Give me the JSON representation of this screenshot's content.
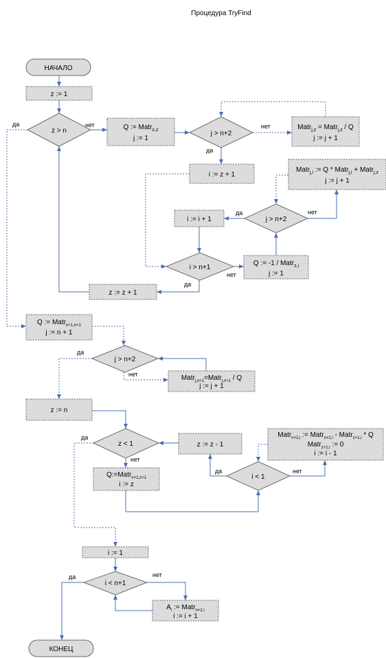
{
  "title": "Процедура TryFind",
  "labels": {
    "yes": "да",
    "no": "нет"
  },
  "start": "НАЧАЛО",
  "end": "КОНЕЦ",
  "colors": {
    "line": "#4a6fb0",
    "fill": "#dcdcdc",
    "border": "#6a6a6a"
  },
  "blocks": {
    "z_init": "z := 1",
    "dec_z_gt_n": "z > n",
    "q_assign": {
      "line1": "Q := Matr",
      "sub1": "z,z",
      "line2": "j := 1"
    },
    "dec_j_gt_n2_a": "j > n+2",
    "matr_div": {
      "a": "Matr",
      "b": "j,z",
      "c": " = Matr",
      "d": "j,z",
      "e": " / Q",
      "line2": "j := j + 1"
    },
    "i_assign": "i := z + 1",
    "matr_update": {
      "a": "Matr",
      "b": "j,i",
      "c": " := Q * Matr",
      "d": "j,i",
      "e": " + Matr",
      "f": "j,z",
      "line2": "j := j + 1"
    },
    "i_inc": "i := i + 1",
    "dec_j_gt_n2_b": "j > n+2",
    "dec_i_gt_n1": "i > n+1",
    "q_neg": {
      "a": "Q := -1 / Matr",
      "b": "z,i",
      "line2": "j := 1"
    },
    "z_inc": "z := z + 1",
    "q_assign2": {
      "a": "Q := Matr",
      "b": "n+1,n+1",
      "line2": "j := n + 1"
    },
    "dec_j_gt_n2_c": "j > n+2",
    "matr_div2": {
      "a": "Matr",
      "b": "j,n+1",
      "c": "=Matr",
      "d": "j,n+1",
      "e": " / Q",
      "line2": "j := j + 1"
    },
    "z_n": "z := n",
    "dec_z_lt_1": "z < 1",
    "z_dec": "z := z - 1",
    "matr_calc": {
      "a": "Matr",
      "b": "n+2,i",
      "c": " := Matr",
      "d": "n+2,i",
      "e": " - Matr",
      "f": "z+1,i",
      "g": " * Q",
      "line2a": "Matr",
      "line2b": "z+1,i",
      "line2c": " := 0",
      "line3": "i := i - 1"
    },
    "q_assign3": {
      "a": "Q:=Matr",
      "b": "n+2,z+1",
      "line2": "i := z"
    },
    "dec_i_lt_1": "i < 1",
    "i_one": "i := 1",
    "dec_i_lt_n1": "i < n+1",
    "a_assign": {
      "a": "A",
      "b": "i",
      "c": " := Matr",
      "d": "n+2,i",
      "line2": "i := i + 1"
    }
  }
}
